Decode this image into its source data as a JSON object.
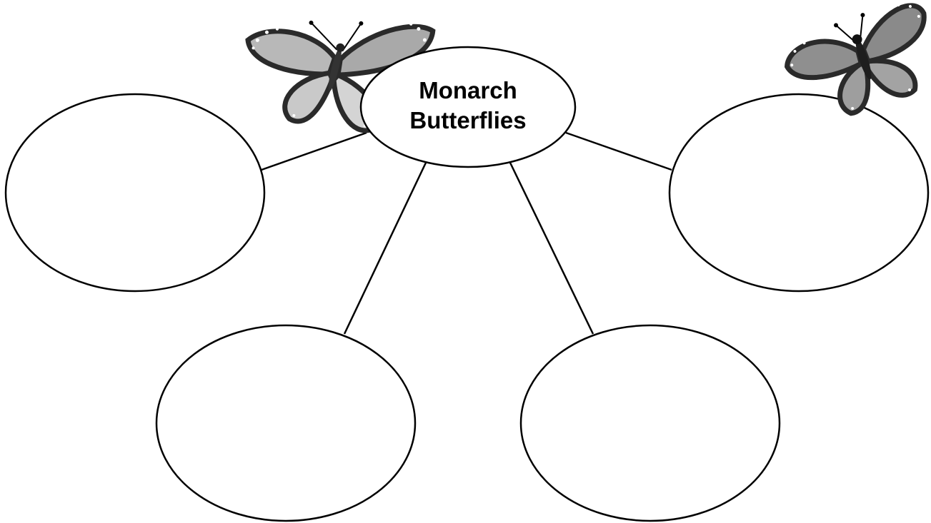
{
  "title": {
    "line1": "Monarch",
    "line2": "Butterflies"
  },
  "outer_bubbles": [
    {
      "id": "left",
      "text": ""
    },
    {
      "id": "right",
      "text": ""
    },
    {
      "id": "bottom-left",
      "text": ""
    },
    {
      "id": "bottom-right",
      "text": ""
    }
  ],
  "icons": [
    "monarch-butterfly-icon",
    "monarch-butterfly-icon"
  ],
  "colors": {
    "line": "#000000",
    "background": "#ffffff",
    "wing_light": "#bdbdbd",
    "wing_dark": "#3a3a3a"
  }
}
